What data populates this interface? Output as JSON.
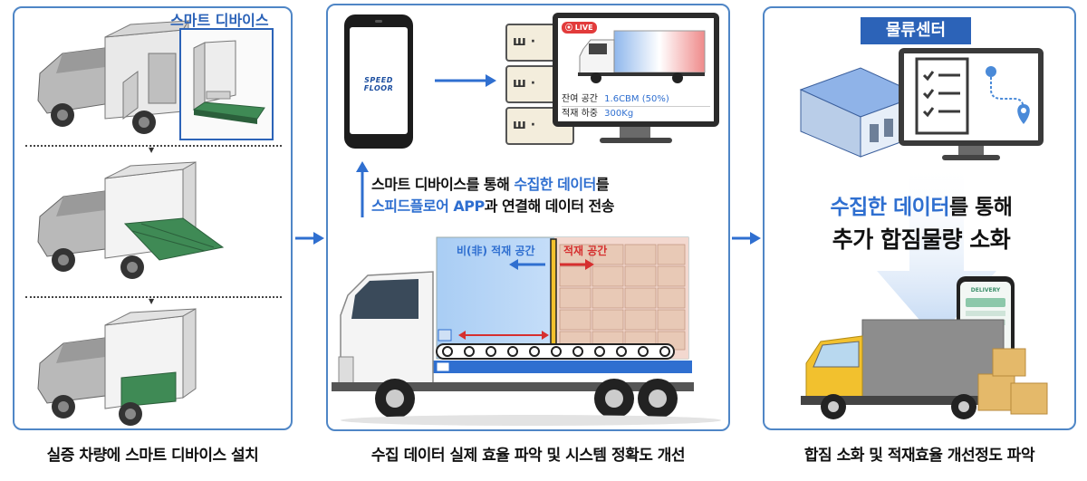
{
  "panel1": {
    "device_label": "스마트 디바이스",
    "caption": "실증 차량에 스마트 디바이스 설치"
  },
  "panel2": {
    "phone_brand": "SPEED FLOOR",
    "live_badge": "LIVE",
    "monitor_row1_label": "잔여 공간",
    "monitor_row1_value": "1.6CBM (50%)",
    "monitor_row2_label": "적재 하중",
    "monitor_row2_value": "300Kg",
    "text_line1_a": "스마트 디바이스를 통해 ",
    "text_line1_b": "수집한 데이터",
    "text_line1_c": "를",
    "text_line2_a": "스피드플로어 APP",
    "text_line2_b": "과 연결해 데이터 전송",
    "non_load_label": "비(非) 적재 공간",
    "load_label": "적재 공간",
    "caption": "수집 데이터 실제 효율 파악 및 시스템 정확도 개선"
  },
  "panel3": {
    "center_badge": "물류센터",
    "headline1_a": "수집한 데이터",
    "headline1_b": "를 통해",
    "headline2": "추가 합짐물량 소화",
    "delivery_label": "DELIVERY",
    "caption": "합짐 소화 및 적재효율 개선정도 파악"
  },
  "colors": {
    "panel_border": "#4f86c6",
    "accent_blue": "#2f6fd0",
    "badge_blue": "#2c63b8",
    "live_red": "#e23b3b",
    "load_red": "#d62f2f",
    "conveyor_blue": "#2f6fd0",
    "floor_green": "#3f8a55",
    "truck_yellow": "#f2c12e"
  }
}
